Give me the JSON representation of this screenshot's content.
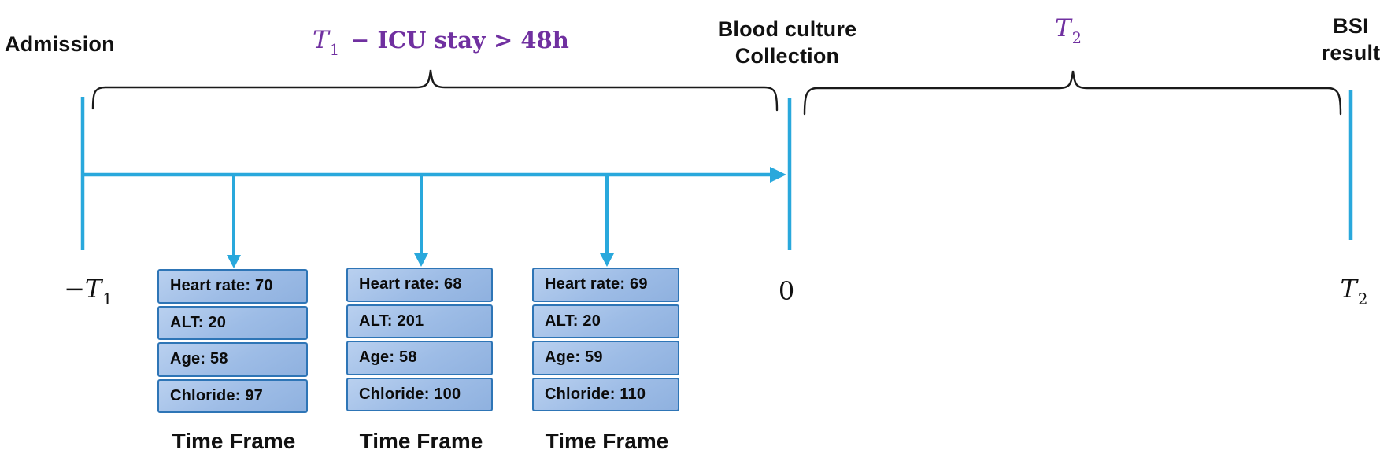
{
  "colors": {
    "accent_cyan": "#29A8DC",
    "accent_purple": "#7030A0",
    "box_border": "#2E75B6",
    "box_fill_light": "#B9D0EF",
    "box_fill_dark": "#8FB1DF",
    "text": "#111111"
  },
  "header": {
    "admission": "Admission",
    "phase1": {
      "symbol": "T",
      "subscript": "1",
      "description": "− ICU stay > 48h"
    },
    "blood_culture_line1": "Blood culture",
    "blood_culture_line2": "Collection",
    "phase2": {
      "symbol": "T",
      "subscript": "2"
    },
    "bsi_line1": "BSI",
    "bsi_line2": "result"
  },
  "axis": {
    "start": {
      "prefix": "−T",
      "subscript": "1"
    },
    "zero": "0",
    "end": {
      "prefix": "T",
      "subscript": "2"
    }
  },
  "time_frames": [
    {
      "rows": [
        "Heart rate: 70",
        "ALT: 20",
        "Age: 58",
        "Chloride: 97"
      ],
      "caption": "Time Frame"
    },
    {
      "rows": [
        "Heart rate: 68",
        "ALT: 201",
        "Age: 58",
        "Chloride: 100"
      ],
      "caption": "Time Frame"
    },
    {
      "rows": [
        "Heart rate: 69",
        "ALT: 20",
        "Age: 59",
        "Chloride: 110"
      ],
      "caption": "Time Frame"
    }
  ]
}
